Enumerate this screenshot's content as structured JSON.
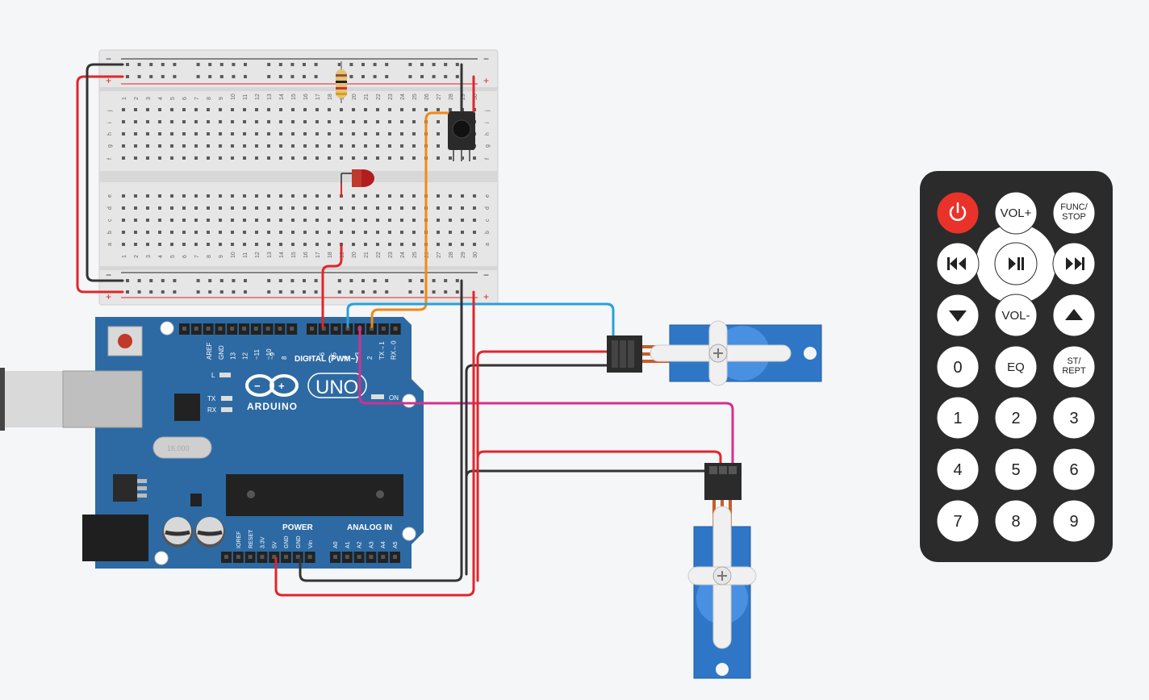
{
  "colors": {
    "canvas_bg": "#f4f6f8",
    "arduino_board": "#2d6aa3",
    "breadboard": "#e4e4e4",
    "wire_red": "#e0262b",
    "wire_black": "#333333",
    "wire_orange": "#ef8a17",
    "wire_blue": "#2aa0d8",
    "wire_magenta": "#d4308e",
    "servo_blue": "#2f77c6",
    "remote_body": "#2b2b2b",
    "power_red": "#e9322a"
  },
  "breadboard": {
    "rail_plus": "+",
    "rail_minus": "−",
    "row_letters_top": [
      "j",
      "i",
      "h",
      "g",
      "f"
    ],
    "row_letters_bottom": [
      "e",
      "d",
      "c",
      "b",
      "a"
    ],
    "columns": [
      "1",
      "2",
      "3",
      "4",
      "5",
      "6",
      "7",
      "8",
      "9",
      "10",
      "11",
      "12",
      "13",
      "14",
      "15",
      "16",
      "17",
      "18",
      "19",
      "20",
      "21",
      "22",
      "23",
      "24",
      "25",
      "26",
      "27",
      "28",
      "29",
      "30"
    ]
  },
  "arduino": {
    "logo_text": "ARDUINO",
    "model": "UNO",
    "digital_label": "DIGITAL (PWM~)",
    "digital_pins": [
      "AREF",
      "GND",
      "13",
      "12",
      "~11",
      "~10",
      "~9",
      "8",
      "7",
      "~6",
      "~5",
      "4",
      "~3",
      "2",
      "TX→1",
      "RX←0"
    ],
    "power_label": "POWER",
    "power_pins": [
      "IOREF",
      "RESET",
      "3.3V",
      "5V",
      "GND",
      "GND",
      "Vin"
    ],
    "analog_label": "ANALOG IN",
    "analog_pins": [
      "A0",
      "A1",
      "A2",
      "A3",
      "A4",
      "A5"
    ],
    "led_l": "L",
    "led_tx": "TX",
    "led_rx": "RX",
    "on_label": "ON",
    "crystal": "16.000"
  },
  "remote": {
    "buttons": [
      {
        "label": "",
        "icon": "power-icon"
      },
      {
        "label": "VOL+"
      },
      {
        "label": "FUNC/\nSTOP"
      },
      {
        "label": "",
        "icon": "rewind-icon"
      },
      {
        "label": "",
        "icon": "play-pause-icon"
      },
      {
        "label": "",
        "icon": "fast-forward-icon"
      },
      {
        "label": "",
        "icon": "down-arrow-icon"
      },
      {
        "label": "VOL-"
      },
      {
        "label": "",
        "icon": "up-arrow-icon"
      },
      {
        "label": "0"
      },
      {
        "label": "EQ"
      },
      {
        "label": "ST/\nREPT"
      },
      {
        "label": "1"
      },
      {
        "label": "2"
      },
      {
        "label": "3"
      },
      {
        "label": "4"
      },
      {
        "label": "5"
      },
      {
        "label": "6"
      },
      {
        "label": "7"
      },
      {
        "label": "8"
      },
      {
        "label": "9"
      }
    ]
  }
}
